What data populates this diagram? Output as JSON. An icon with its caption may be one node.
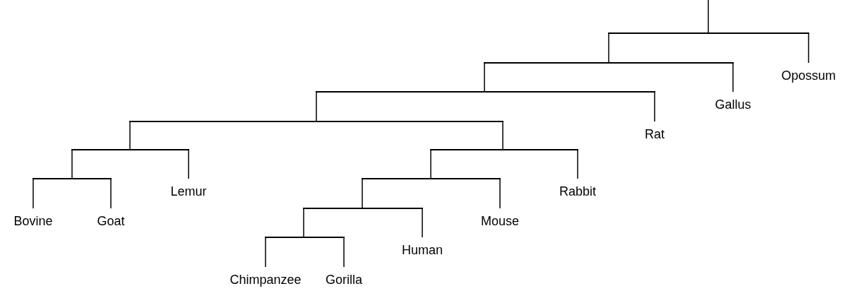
{
  "diagram": {
    "nodes": [
      {
        "text": [],
        "shape": "bar"
      },
      {
        "text": [],
        "shape": "bar"
      },
      {
        "text": [
          "Opossum"
        ]
      },
      {
        "text": [],
        "shape": "bar"
      },
      {
        "text": [
          "Gallus"
        ]
      },
      {
        "text": [],
        "shape": "bar"
      },
      {
        "text": [
          "Rat"
        ]
      },
      {
        "text": [],
        "shape": "bar"
      },
      {
        "text": [],
        "shape": "bar"
      },
      {
        "text": [],
        "shape": "bar"
      },
      {
        "text": [
          "Lemur"
        ]
      },
      {
        "text": [],
        "shape": "bar"
      },
      {
        "text": [
          "Rabbit"
        ]
      },
      {
        "text": [
          "Bovine"
        ]
      },
      {
        "text": [
          "Goat"
        ]
      },
      {
        "text": [],
        "shape": "bar"
      },
      {
        "text": [
          "Mouse"
        ]
      },
      {
        "text": [],
        "shape": "bar"
      },
      {
        "text": [
          "Human"
        ]
      },
      {
        "text": [
          "Chimpanzee"
        ]
      },
      {
        "text": [
          "Gorilla"
        ]
      }
    ],
    "edges": [
      {
        "from": null,
        "to": 0,
        "arrow": "none"
      },
      {
        "from": 0,
        "to": 1,
        "arrow": "none"
      },
      {
        "from": 0,
        "to": 2,
        "arrow": "none"
      },
      {
        "from": 1,
        "to": 3,
        "arrow": "none"
      },
      {
        "from": 1,
        "to": 4,
        "arrow": "none"
      },
      {
        "from": 3,
        "to": 5,
        "arrow": "none"
      },
      {
        "from": 3,
        "to": 6,
        "arrow": "none"
      },
      {
        "from": 5,
        "to": 7,
        "arrow": "none"
      },
      {
        "from": 5,
        "to": 8,
        "arrow": "none"
      },
      {
        "from": 7,
        "to": 9,
        "arrow": "none"
      },
      {
        "from": 7,
        "to": 10,
        "arrow": "none"
      },
      {
        "from": 8,
        "to": 11,
        "arrow": "none"
      },
      {
        "from": 8,
        "to": 12,
        "arrow": "none"
      },
      {
        "from": 9,
        "to": 13,
        "arrow": "none"
      },
      {
        "from": 9,
        "to": 14,
        "arrow": "none"
      },
      {
        "from": 11,
        "to": 15,
        "arrow": "none"
      },
      {
        "from": 11,
        "to": 16,
        "arrow": "none"
      },
      {
        "from": 15,
        "to": 17,
        "arrow": "none"
      },
      {
        "from": 15,
        "to": 18,
        "arrow": "none"
      },
      {
        "from": 17,
        "to": 19,
        "arrow": "none"
      },
      {
        "from": 17,
        "to": 20,
        "arrow": "none"
      }
    ]
  }
}
